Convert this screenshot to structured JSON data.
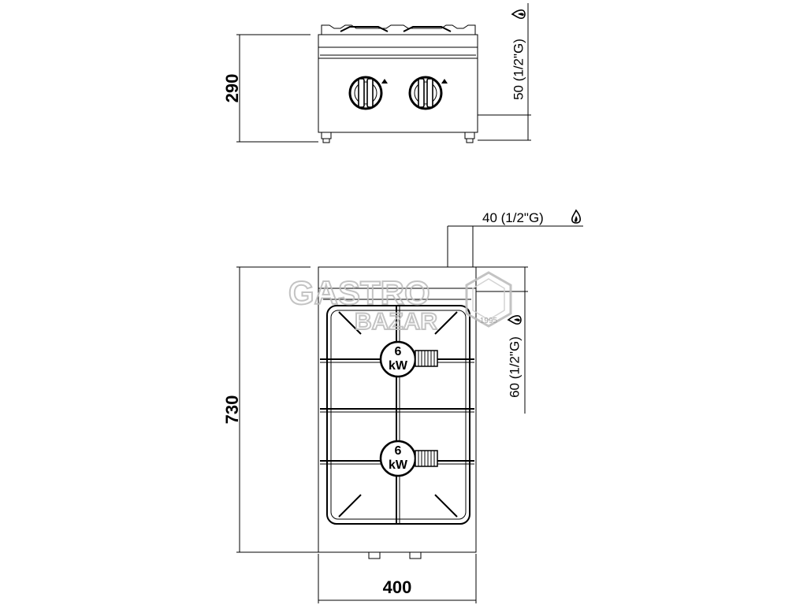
{
  "dimensions": {
    "height": "290",
    "depth": "730",
    "width": "400"
  },
  "gas_connections": {
    "front_height": "50 (1/2\"G)",
    "top_offset": "40 (1/2\"G)",
    "side_offset": "60 (1/2\"G)"
  },
  "burners": [
    {
      "power": "6",
      "unit": "kW"
    },
    {
      "power": "6",
      "unit": "kW"
    }
  ],
  "watermark": {
    "line1": "GASTRO",
    "line2": "BAZAR",
    "year": "1995"
  },
  "icons": {
    "gas": "gas-flame-icon"
  }
}
